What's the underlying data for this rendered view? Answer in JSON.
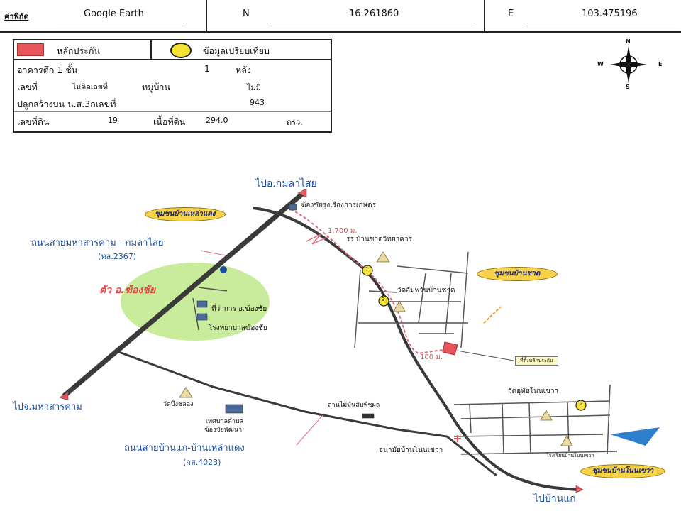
{
  "coordbar": {
    "label_coord": "ค่าพิกัด",
    "source": "Google Earth",
    "north_label": "N",
    "north_value": "16.261860",
    "east_label": "E",
    "east_value": "103.475196"
  },
  "legend": {
    "collateral": "หลักประกัน",
    "comparison": "ข้อมูลเปรียบเทียบ",
    "building_label": "อาคารตึก 1 ชั้น",
    "building_count": "1",
    "building_unit": "หลัง",
    "number_label": "เลขที่",
    "number_value": "ไม่ติดเลขที่",
    "village_label": "หมู่บ้าน",
    "village_value": "ไม่มี",
    "built_on_label": "ปลูกสร้างบน น.ส.3กเลขที่",
    "built_on_value": "943",
    "land_no_label": "เลขที่ดิน",
    "land_no_value": "19",
    "area_label": "เนื้อที่ดิน",
    "area_value": "294.0",
    "area_unit": "ตรว."
  },
  "compass": {
    "n": "N",
    "s": "S",
    "e": "E",
    "w": "W"
  },
  "map": {
    "to_kamalasai": "ไปอ.กมลาไสย",
    "to_mahasarakham": "ไปจ.มหาสารคาม",
    "to_ban_kae": "ไปบ้านแก",
    "road_main": "ถนนสายมหาสารคาม - กมลาไสย",
    "road_main_code": "(ทล.2367)",
    "road_secondary": "ถนนสายบ้านแก-บ้านเหล่าแดง",
    "road_secondary_code": "(กส.4023)",
    "district_center": "ตัว อ.ฆ้องชัย",
    "community_lao_daeng": "ชุมชนบ้านเหล่าแดง",
    "community_chat": "ชุมชนบ้านชาด",
    "community_non_khwao": "ชุมชนบ้านโนนเขวา",
    "shop": "ฆ้องชัยรุ่งเรืองการเกษตร",
    "distance_1": "1,700 ม.",
    "school_chat": "รร.บ้านชาดวิทยาคาร",
    "temple_chat": "วัดอัมพวันบ้านชาด",
    "district_office": "ที่ว่าการ อ.ฆ้องชัย",
    "hospital": "โรงพยาบาลฆ้องชัย",
    "distance_2": "100 ม.",
    "collateral_location": "ที่ตั้งหลักประกัน",
    "temple_bueng": "วัดบึงชลอง",
    "municipality_1": "เทศบาลตำบล",
    "municipality_2": "ฆ้องชัยพัฒนา",
    "fruit_market": "ลานไม้มันสับพืชผล",
    "temple_non_khwao": "วัดอุทัยโนนเขวา",
    "health_center": "อนามัยบ้านโนนเขวา",
    "school_non_khwao": "โรงเรียนบ้านโนนเขวา",
    "marker_1": "1",
    "marker_2": "2",
    "marker_3": "3"
  },
  "colors": {
    "road": "#3a3a3a",
    "collateral_red": "#e8545c",
    "comparison_yellow": "#f4e332",
    "district_green": "#c9ec9c",
    "route_dashed": "#e36a7a",
    "label_blue": "#1a4fa0",
    "pond_blue": "#2f7fcf"
  }
}
